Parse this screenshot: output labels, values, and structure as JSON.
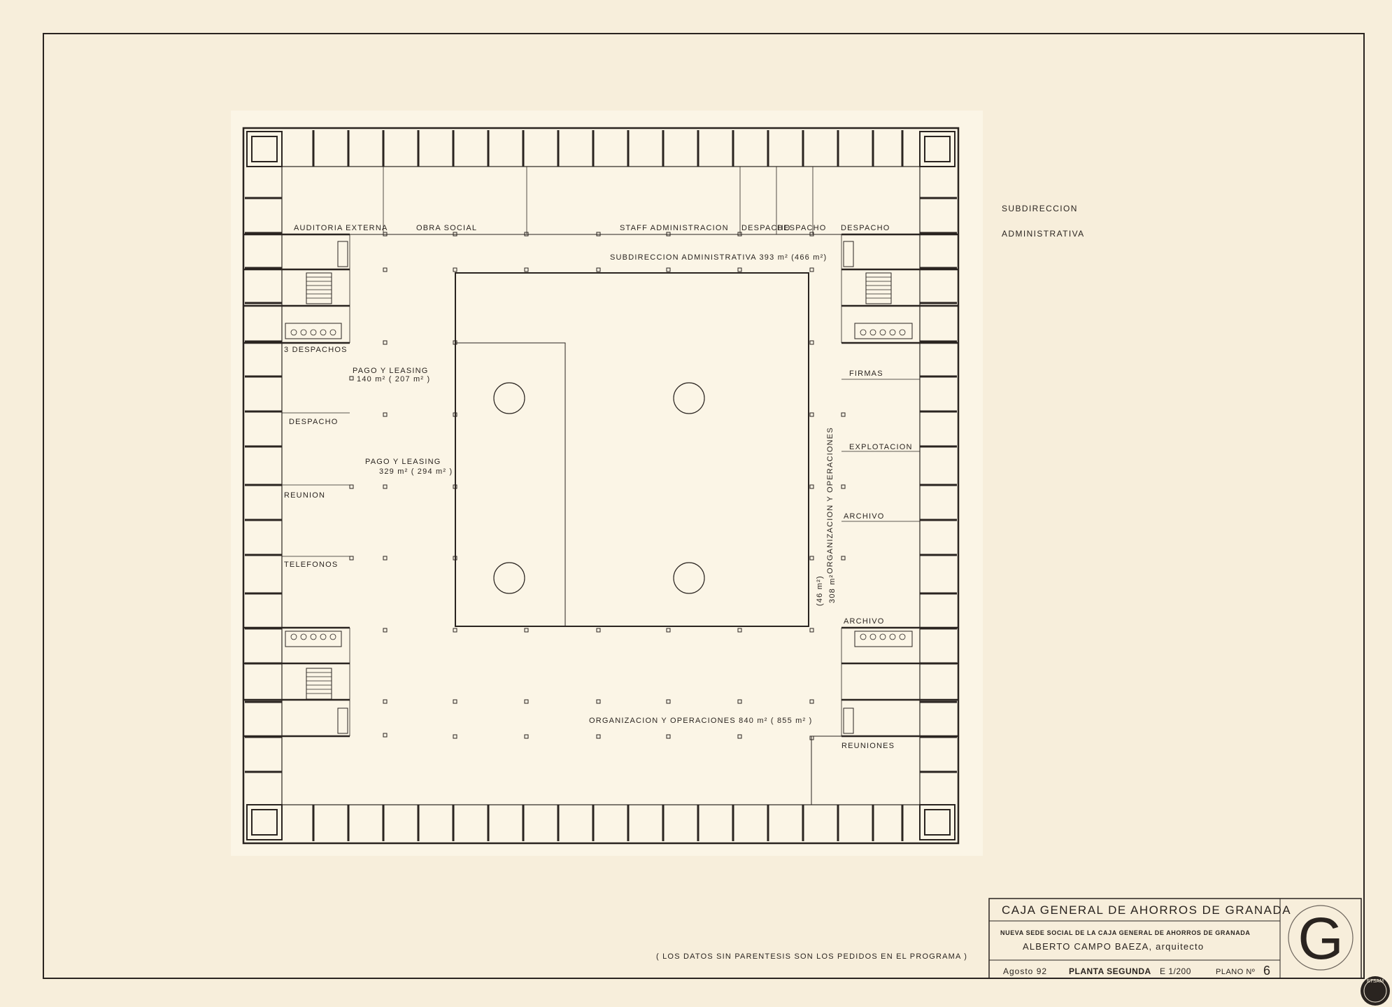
{
  "sidebar_title": {
    "line1": "SUBDIRECCION",
    "line2": "ADMINISTRATIVA"
  },
  "rooms": {
    "auditoria": "AUDITORIA  EXTERNA",
    "obra_social": "OBRA  SOCIAL",
    "staff": "STAFF  ADMINISTRACION",
    "despacho1": "DESPACHO",
    "despacho2": "DESPACHO",
    "despacho3": "DESPACHO",
    "subdireccion": "SUBDIRECCION  ADMINISTRATIVA  393 m² (466 m²)",
    "tres_despachos": "3  DESPACHOS",
    "pago1_line1": "PAGO  Y  LEASING",
    "pago1_line2": "140 m² ( 207 m² )",
    "despacho_left": "DESPACHO",
    "pago2_line1": "PAGO  Y  LEASING",
    "pago2_line2": "329  m² ( 294 m² )",
    "reunion": "REUNION",
    "telefonos": "TELEFONOS",
    "firmas": "FIRMAS",
    "explotacion": "EXPLOTACION",
    "archivo1": "ARCHIVO",
    "archivo2": "ARCHIVO",
    "organizacion_vertical": "ORGANIZACION  Y  OPERACIONES",
    "area_vertical_1": "308 m²",
    "area_vertical_2": "(46 m²)",
    "organizacion_bottom": "ORGANIZACION  Y  OPERACIONES  840 m² ( 855 m² )",
    "reuniones": "REUNIONES"
  },
  "footnote": "( LOS  DATOS  SIN  PARENTESIS  SON  LOS  PEDIDOS  EN  EL  PROGRAMA )",
  "title_block": {
    "client": "CAJA GENERAL DE AHORROS DE GRANADA",
    "project": "NUEVA SEDE SOCIAL DE LA CAJA GENERAL DE AHORROS DE GRANADA",
    "architect": "ALBERTO CAMPO BAEZA, arquitecto",
    "date": "Agosto 92",
    "sheet_name": "PLANTA SEGUNDA",
    "scale": "E 1/200",
    "plan_label": "PLANO Nº",
    "plan_number": "6",
    "logo_letter": "G"
  },
  "stamp": "ETSAM"
}
